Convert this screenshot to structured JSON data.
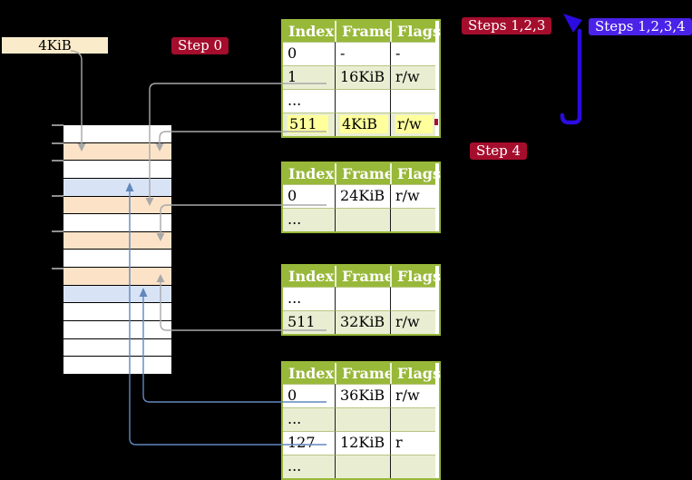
{
  "colors": {
    "background": "#000000",
    "frame_box_bg": "#faecca",
    "label_red": "#a50d2d",
    "label_blue": "#4a22e8",
    "table_header_green": "#98b83a",
    "table_row_green": "#e9eed3",
    "highlight_yellow": "#ffff9c",
    "memory_peach": "#fce3c8",
    "memory_blue": "#d8e4f6",
    "memory_white": "#ffffff",
    "connector_gray": "#a8a8a8",
    "connector_blue": "#6287bd",
    "big_arrow_blue": "#2b0bdf"
  },
  "frame_label": {
    "text": "4KiB"
  },
  "step_labels": {
    "step0": "Step 0",
    "steps123": "Steps 1,2,3",
    "steps1234": "Steps 1,2,3,4",
    "step4": "Step 4"
  },
  "memory_column": {
    "row_colors": [
      "white",
      "peach",
      "white",
      "blue",
      "peach",
      "white",
      "peach",
      "white",
      "peach",
      "blue",
      "white",
      "white",
      "white",
      "white"
    ],
    "tick_ys": [
      137,
      157,
      176,
      215,
      254,
      295
    ]
  },
  "tables": [
    {
      "headers": [
        "Index",
        "Frame",
        "Flags"
      ],
      "rows": [
        {
          "cells": [
            "0",
            "-",
            "-"
          ],
          "shaded": false,
          "highlight": false
        },
        {
          "cells": [
            "1",
            "16KiB",
            "r/w"
          ],
          "shaded": true,
          "highlight": false
        },
        {
          "cells": [
            "...",
            "",
            ""
          ],
          "shaded": false,
          "highlight": false
        },
        {
          "cells": [
            "511",
            "4KiB",
            "r/w"
          ],
          "shaded": true,
          "highlight": true
        }
      ]
    },
    {
      "headers": [
        "Index",
        "Frame",
        "Flags"
      ],
      "rows": [
        {
          "cells": [
            "0",
            "24KiB",
            "r/w"
          ],
          "shaded": false,
          "highlight": false
        },
        {
          "cells": [
            "...",
            "",
            ""
          ],
          "shaded": true,
          "highlight": false
        }
      ]
    },
    {
      "headers": [
        "Index",
        "Frame",
        "Flags"
      ],
      "rows": [
        {
          "cells": [
            "...",
            "",
            ""
          ],
          "shaded": false,
          "highlight": false
        },
        {
          "cells": [
            "511",
            "32KiB",
            "r/w"
          ],
          "shaded": true,
          "highlight": false
        }
      ]
    },
    {
      "headers": [
        "Index",
        "Frame",
        "Flags"
      ],
      "rows": [
        {
          "cells": [
            "0",
            "36KiB",
            "r/w"
          ],
          "shaded": false,
          "highlight": false
        },
        {
          "cells": [
            "...",
            "",
            ""
          ],
          "shaded": true,
          "highlight": false
        },
        {
          "cells": [
            "127",
            "12KiB",
            "r"
          ],
          "shaded": false,
          "highlight": false
        },
        {
          "cells": [
            "...",
            "",
            ""
          ],
          "shaded": true,
          "highlight": false
        }
      ]
    }
  ]
}
